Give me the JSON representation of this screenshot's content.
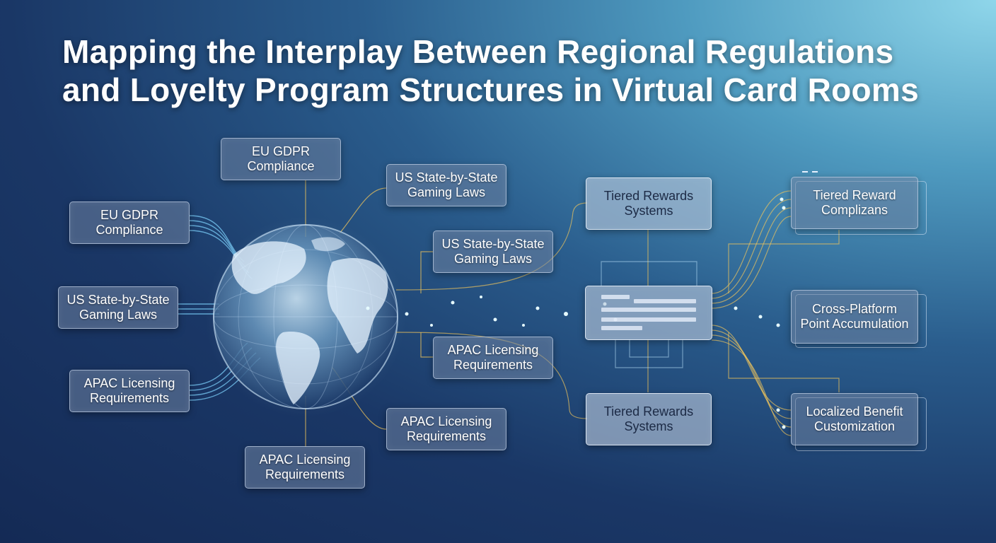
{
  "title": "Mapping the Interplay Between Regional Regulations\nand Loyelty Program Structures in Virtual Card Rooms",
  "regulations": {
    "top_center": "EU GDPR\nCompliance",
    "left_1": "EU GDPR\nCompliance",
    "left_2": "US State-by-State\nGaming Laws",
    "left_3": "APAC Licensing\nRequirements",
    "right_1": "US State-by-State\nGaming Laws",
    "right_2": "US State-by-State\nGaming Laws",
    "right_3": "APAC Licensing\nRequirements",
    "right_4": "APAC Licensing\nRequirements",
    "bottom_center": "APAC Licensing\nRequirements"
  },
  "loyalty": {
    "tiered_top": "Tiered Rewards\nSystems",
    "tiered_bottom": "Tiered Rewards\nSystems",
    "outcome_1": "Tiered Reward\nComplizans",
    "outcome_2": "Cross-Platform\nPoint Accumulation",
    "outcome_3": "Localized Benefit\nCustomization"
  },
  "colors": {
    "accent_cyan": "#7fe0ff",
    "accent_gold": "#f3c65a",
    "box_fill": "#6e82a0"
  }
}
